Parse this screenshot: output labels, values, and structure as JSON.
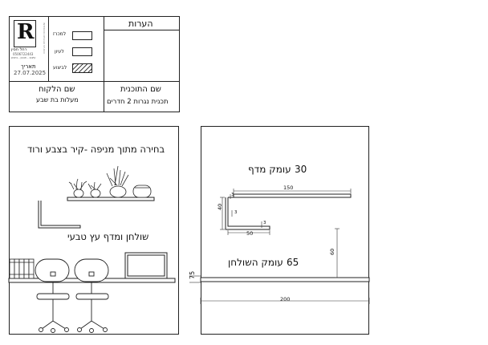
{
  "title_block": {
    "logo_letter": "R",
    "logo_name": "רחל חסין",
    "logo_phone": "0506722443",
    "logo_tagline": "עיצוב - תכנון - ביצוע",
    "side_text": "INTERIOR DESIGN STUDIO",
    "legend": [
      {
        "label": "למכרז",
        "pattern": "empty"
      },
      {
        "label": "לעיון",
        "pattern": "empty"
      },
      {
        "label": "לביצוע",
        "pattern": "hatch"
      }
    ],
    "date_label": "תאריך",
    "date_value": "27.07.2025",
    "notes_label": "הערות",
    "client_label": "שם הלקוח",
    "client_value": "מעלות בת שבע",
    "project_label": "שם התוכנית",
    "project_value": "תכנית נגרות 2 חדרים"
  },
  "front_view": {
    "heading": "בחירה מתוך מניפה -קיר בצבע ורוד",
    "desk_text": "שולחן ומדף עץ טבעי"
  },
  "side_view": {
    "shelf_depth_num": "30",
    "shelf_depth_text": "עומק מדף",
    "desk_depth_num": "65",
    "desk_depth_text": "עומק השולחן",
    "dims": {
      "d150": "150",
      "d40": "40",
      "d50": "50",
      "d3a": "3",
      "d3b": "3",
      "d3c": "3",
      "d60": "60",
      "d200": "200",
      "d75": "75"
    }
  }
}
